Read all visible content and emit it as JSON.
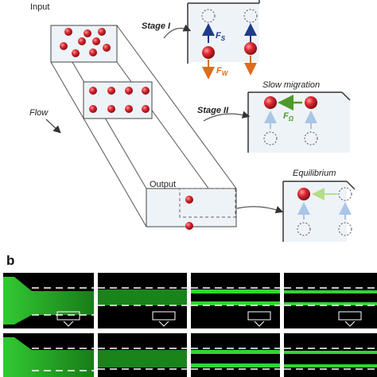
{
  "panel_a": {
    "input_label": "Input",
    "flow_label": "Flow",
    "output_label": "Output",
    "stage1_label": "Stage I",
    "stage2_label": "Stage II",
    "slow_migration_label": "Slow migration",
    "equilibrium_label": "Equilibrium",
    "force_s": "F",
    "force_s_sub": "S",
    "force_w": "F",
    "force_w_sub": "W",
    "force_omega": "F",
    "force_omega_sub": "Ω"
  },
  "panel_b": {
    "label": "b"
  },
  "colors": {
    "particle": "#d9232e",
    "channel_face": "#eef3f8",
    "arrow_blue": "#1f3c88",
    "arrow_orange": "#e06b1a",
    "arrow_green": "#4c9a2a",
    "arrow_light_blue": "#a9c6e6",
    "fluorescence": "#33d433",
    "micrograph_bg": "#000000"
  }
}
